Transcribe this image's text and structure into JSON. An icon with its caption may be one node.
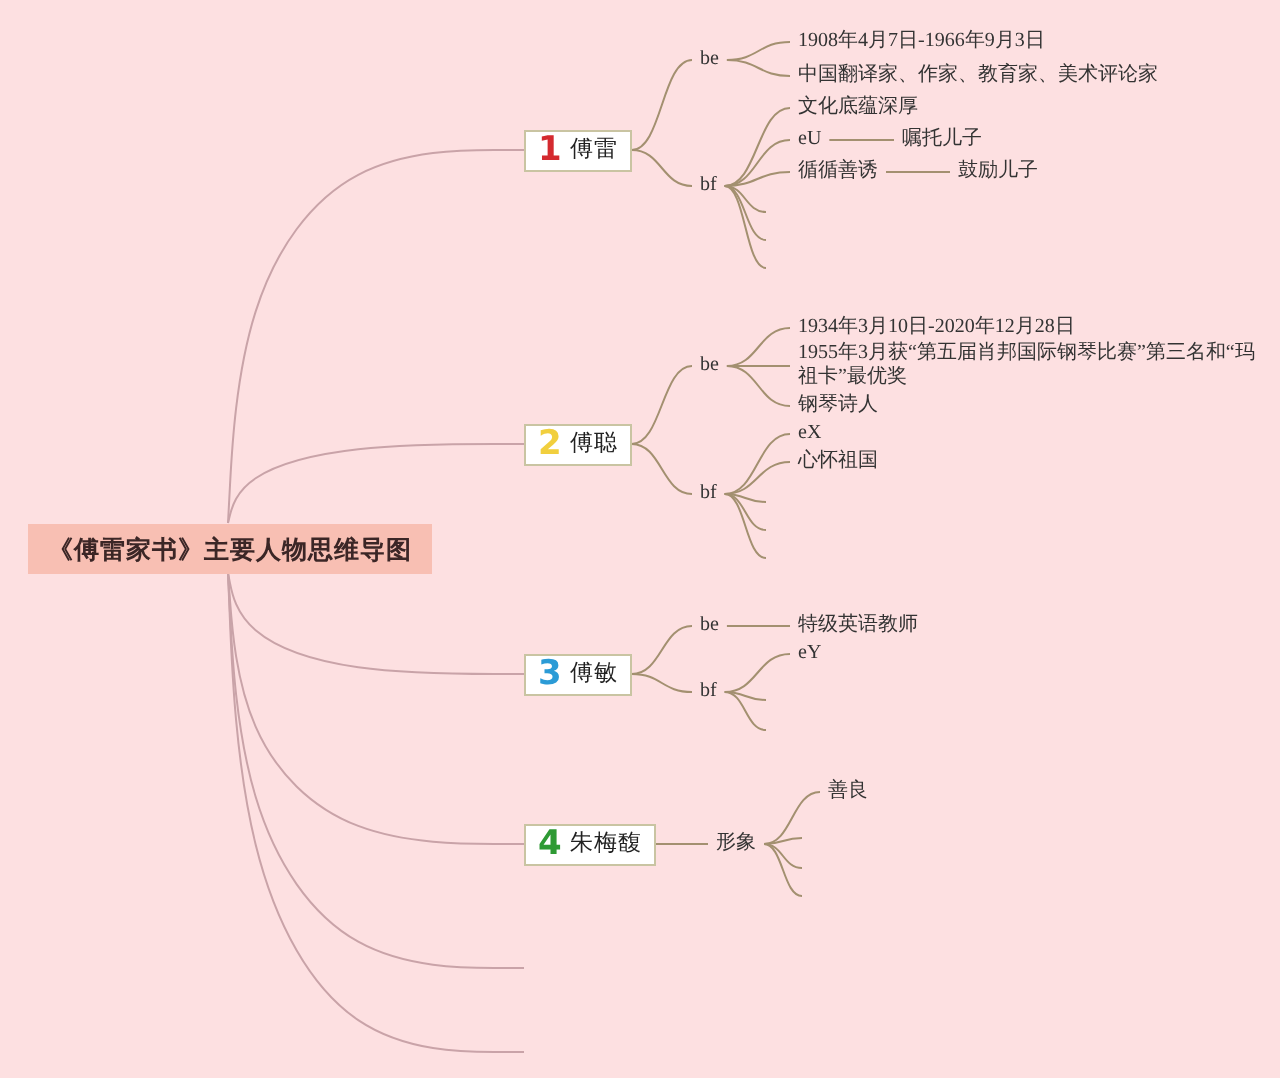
{
  "diagram": {
    "nodes": [
      {
        "text": [
          "《傅雷家书》主要人物思维导图"
        ]
      },
      {
        "text": [
          "1",
          "傅雷"
        ]
      },
      {
        "text": [
          "be"
        ]
      },
      {
        "text": [
          "1908年4月7日-1966年9月3日"
        ]
      },
      {
        "text": [
          "中国翻译家、作家、教育家、美术评论家"
        ]
      },
      {
        "text": [
          "bf"
        ]
      },
      {
        "text": [
          "文化底蕴深厚"
        ]
      },
      {
        "text": [
          "eU"
        ]
      },
      {
        "text": [
          "嘱托儿子"
        ]
      },
      {
        "text": [
          "循循善诱"
        ]
      },
      {
        "text": [
          "鼓励儿子"
        ]
      },
      {
        "text": [
          "2",
          "傅聪"
        ]
      },
      {
        "text": [
          "be"
        ]
      },
      {
        "text": [
          "1934年3月10日-2020年12月28日"
        ]
      },
      {
        "text": [
          "1955年3月获“第五届肖邦国际钢琴比赛”第三名和“玛祖卡”最优奖"
        ]
      },
      {
        "text": [
          "钢琴诗人"
        ]
      },
      {
        "text": [
          "bf"
        ]
      },
      {
        "text": [
          "eX"
        ]
      },
      {
        "text": [
          "心怀祖国"
        ]
      },
      {
        "text": [
          "3",
          "傅敏"
        ]
      },
      {
        "text": [
          "be"
        ]
      },
      {
        "text": [
          "特级英语教师"
        ]
      },
      {
        "text": [
          "bf"
        ]
      },
      {
        "text": [
          "eY"
        ]
      },
      {
        "text": [
          "4",
          "朱梅馥"
        ]
      },
      {
        "text": [
          "形象"
        ]
      },
      {
        "text": [
          "善良"
        ]
      }
    ],
    "edges": [
      {
        "from": 0,
        "to": 1,
        "arrow": "none",
        "color": "#c9a3a8"
      },
      {
        "from": 0,
        "to": 11,
        "arrow": "none",
        "color": "#c9a3a8"
      },
      {
        "from": 0,
        "to": 19,
        "arrow": "none",
        "color": "#c9a3a8"
      },
      {
        "from": 0,
        "to": 24,
        "arrow": "none",
        "color": "#c9a3a8"
      },
      {
        "from": 0,
        "to": null,
        "arrow": "none",
        "color": "#c9a3a8"
      },
      {
        "from": 0,
        "to": null,
        "arrow": "none",
        "color": "#c9a3a8"
      },
      {
        "from": 1,
        "to": 2,
        "arrow": "none"
      },
      {
        "from": 1,
        "to": 5,
        "arrow": "none"
      },
      {
        "from": 2,
        "to": 3,
        "arrow": "none"
      },
      {
        "from": 2,
        "to": 4,
        "arrow": "none"
      },
      {
        "from": 5,
        "to": 6,
        "arrow": "none"
      },
      {
        "from": 5,
        "to": 7,
        "arrow": "none"
      },
      {
        "from": 5,
        "to": 9,
        "arrow": "none"
      },
      {
        "from": 5,
        "to": null,
        "arrow": "none"
      },
      {
        "from": 5,
        "to": null,
        "arrow": "none"
      },
      {
        "from": 5,
        "to": null,
        "arrow": "none"
      },
      {
        "from": 7,
        "to": 8,
        "arrow": "none"
      },
      {
        "from": 9,
        "to": 10,
        "arrow": "none"
      },
      {
        "from": 11,
        "to": 12,
        "arrow": "none"
      },
      {
        "from": 11,
        "to": 16,
        "arrow": "none"
      },
      {
        "from": 12,
        "to": 13,
        "arrow": "none"
      },
      {
        "from": 12,
        "to": 14,
        "arrow": "none"
      },
      {
        "from": 12,
        "to": 15,
        "arrow": "none"
      },
      {
        "from": 16,
        "to": 17,
        "arrow": "none"
      },
      {
        "from": 16,
        "to": 18,
        "arrow": "none"
      },
      {
        "from": 16,
        "to": null,
        "arrow": "none"
      },
      {
        "from": 16,
        "to": null,
        "arrow": "none"
      },
      {
        "from": 16,
        "to": null,
        "arrow": "none"
      },
      {
        "from": 19,
        "to": 20,
        "arrow": "none"
      },
      {
        "from": 19,
        "to": 22,
        "arrow": "none"
      },
      {
        "from": 20,
        "to": 21,
        "arrow": "none"
      },
      {
        "from": 22,
        "to": 23,
        "arrow": "none"
      },
      {
        "from": 22,
        "to": null,
        "arrow": "none"
      },
      {
        "from": 22,
        "to": null,
        "arrow": "none"
      },
      {
        "from": 24,
        "to": 25,
        "arrow": "none"
      },
      {
        "from": 25,
        "to": 26,
        "arrow": "none"
      },
      {
        "from": 25,
        "to": null,
        "arrow": "none"
      },
      {
        "from": 25,
        "to": null,
        "arrow": "none"
      },
      {
        "from": 25,
        "to": null,
        "arrow": "none"
      }
    ]
  }
}
